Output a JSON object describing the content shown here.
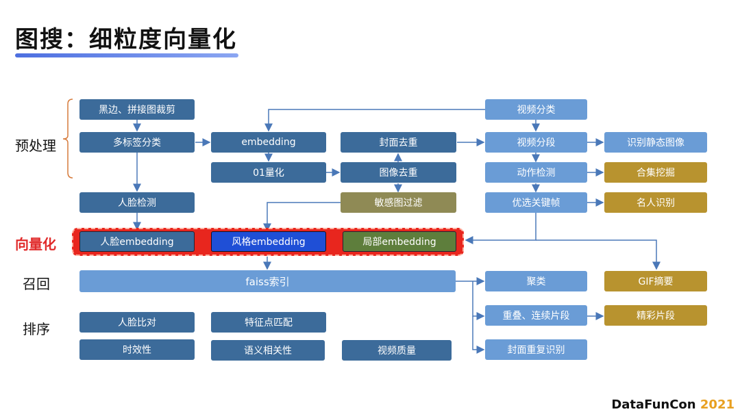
{
  "title": "图搜：细粒度向量化",
  "sides": {
    "preprocess": "预处理",
    "vectorize": "向量化",
    "recall": "召回",
    "rank": "排序"
  },
  "boxes": {
    "black_edge": "黑边、拼接图裁剪",
    "multilabel": "多标签分类",
    "face_detect": "人脸检测",
    "embedding": "embedding",
    "quantize": "01量化",
    "cover_dedup": "封面去重",
    "image_dedup": "图像去重",
    "sensitive": "敏感图过滤",
    "video_cls": "视频分类",
    "video_seg": "视频分段",
    "action_detect": "动作检测",
    "keyframe": "优选关键帧",
    "static_detect": "识别静态图像",
    "compilation": "合集挖掘",
    "celebrity": "名人识别",
    "face_emb": "人脸embedding",
    "style_emb": "风格embedding",
    "local_emb": "局部embedding",
    "faiss": "faiss索引",
    "cluster": "聚类",
    "overlap": "重叠、连续片段",
    "cover_repeat": "封面重复识别",
    "gif": "GIF摘要",
    "highlight": "精彩片段",
    "face_compare": "人脸比对",
    "feature_match": "特征点匹配",
    "timeliness": "时效性",
    "semantic": "语义相关性",
    "video_quality": "视频质量"
  },
  "logo": {
    "main": "DataFunCon",
    "year": "2021"
  },
  "colors": {
    "dark": "#3c6b9a",
    "light": "#6a9cd6",
    "gold": "#b8932f",
    "olive": "#8f8a55",
    "red": "#e02a2a"
  }
}
